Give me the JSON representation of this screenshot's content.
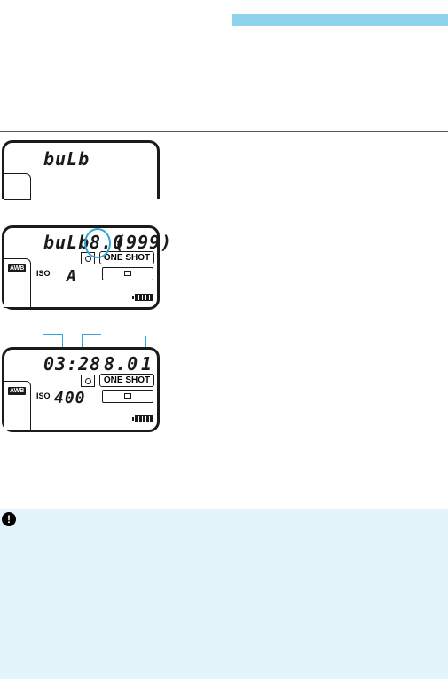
{
  "panel_top": {
    "mode": "buLb"
  },
  "panel_mid": {
    "mode": "buLb",
    "aperture": "8.0",
    "shots": "999",
    "af_mode": "ONE SHOT",
    "wb": "AWB",
    "iso_label": "ISO",
    "iso_value": "A"
  },
  "panel_bot": {
    "elapsed_min": "03",
    "elapsed_sec": "28",
    "aperture": "8.0",
    "shots": "1",
    "af_mode": "ONE SHOT",
    "wb": "AWB",
    "iso_label": "ISO",
    "iso_value": "400"
  },
  "colors": {
    "accent": "#2fa6d6",
    "header_band": "#8dd3ee",
    "caution_bg": "#e4f4fb"
  }
}
